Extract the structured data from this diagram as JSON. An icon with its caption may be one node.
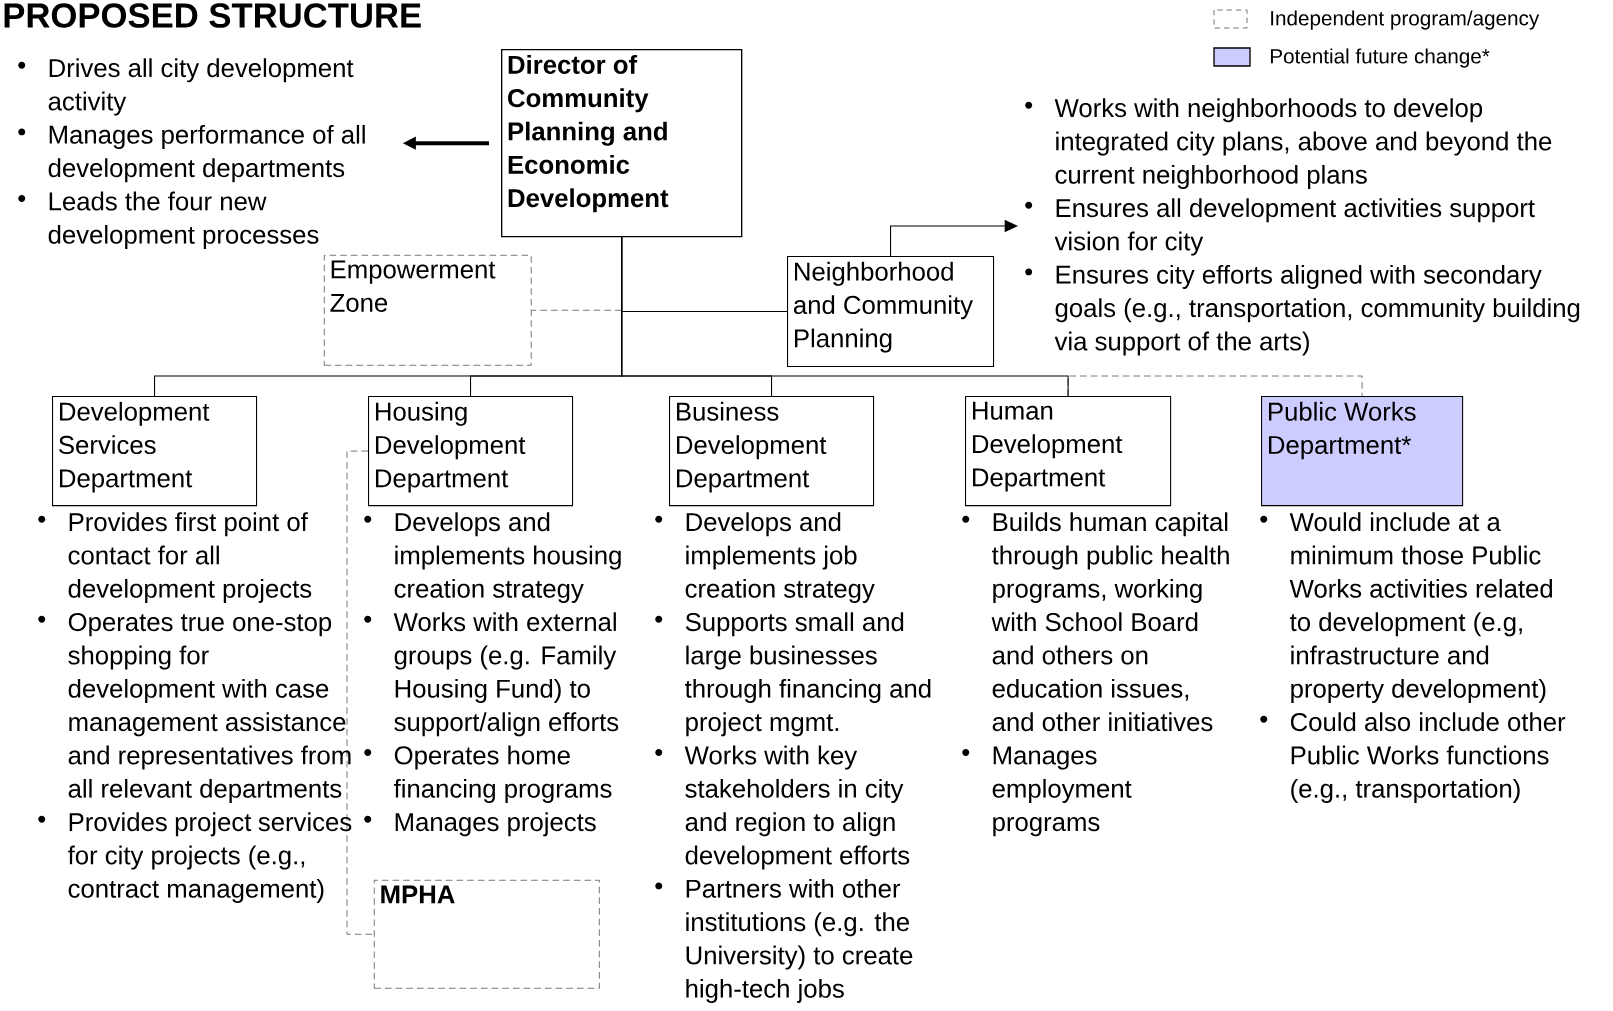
{
  "diagram": {
    "title": "PROPOSED STRUCTURE",
    "nodes": [
      {
        "text": [
          "Director of Community Planning and Economic Development"
        ]
      },
      {
        "text": [
          "Empowerment Zone"
        ]
      },
      {
        "text": [
          "Neighborhood and Community Planning"
        ]
      },
      {
        "text": [
          "Development Services Department"
        ],
        "beside": [
          "Provides first point of contact for all development projects",
          "Operates true one-stop shopping for development with case management assistance and representatives from all relevant departments",
          "Provides project services for city projects (e.g., contract management)"
        ]
      },
      {
        "text": [
          "Housing Development Department"
        ],
        "beside": [
          "Develops and implements housing creation strategy",
          "Works with external groups (e.g. Family Housing Fund) to support/align efforts",
          "Operates home financing programs",
          "Manages projects"
        ]
      },
      {
        "text": [
          "Business Development Department"
        ],
        "beside": [
          "Develops and implements job creation strategy",
          "Supports small and large businesses through financing and project mgmt.",
          "Works with key stakeholders in city and region to align development efforts",
          "Partners with other institutions (e.g. the University) to create high-tech jobs"
        ]
      },
      {
        "text": [
          "Human Development Department"
        ],
        "beside": [
          "Builds human capital through public health programs, working with School Board and others on education issues, and other initiatives",
          "Manages employment programs"
        ]
      },
      {
        "text": [
          "Public Works Department*"
        ],
        "beside": [
          "Would include at a minimum those Public Works activities related to development (e.g, infrastructure and property development)",
          "Could also include other Public Works functions (e.g., transportation)"
        ]
      },
      {
        "text": [
          "MPHA"
        ]
      },
      {
        "text": [
          "Drives all city development activity",
          "Manages performance of all development departments",
          "Leads the four new development processes"
        ]
      },
      {
        "text": [
          "Works with neighborhoods to develop integrated city plans, above and beyond the current neighborhood plans",
          "Ensures all development activities support vision for city",
          "Ensures city efforts aligned with secondary goals (e.g., transportation, community building via support of the arts)"
        ]
      }
    ],
    "edges": [
      {
        "from": 0,
        "to": 9,
        "arrow": "to",
        "style": "thick"
      },
      {
        "from": 0,
        "to": 1,
        "arrow": "none",
        "style": "dashed"
      },
      {
        "from": 0,
        "to": 2,
        "arrow": "none"
      },
      {
        "from": 0,
        "to": 3,
        "arrow": "none"
      },
      {
        "from": 0,
        "to": 4,
        "arrow": "none"
      },
      {
        "from": 0,
        "to": 5,
        "arrow": "none"
      },
      {
        "from": 0,
        "to": 6,
        "arrow": "none"
      },
      {
        "from": 6,
        "to": 7,
        "arrow": "none",
        "style": "dashed"
      },
      {
        "from": 4,
        "to": 8,
        "arrow": "none",
        "style": "dashed"
      },
      {
        "from": 2,
        "to": 10,
        "arrow": "to"
      }
    ],
    "legend": [
      {
        "text": "Independent program/agency"
      },
      {
        "text": "Potential future change*",
        "color": "#ccccff"
      }
    ]
  }
}
